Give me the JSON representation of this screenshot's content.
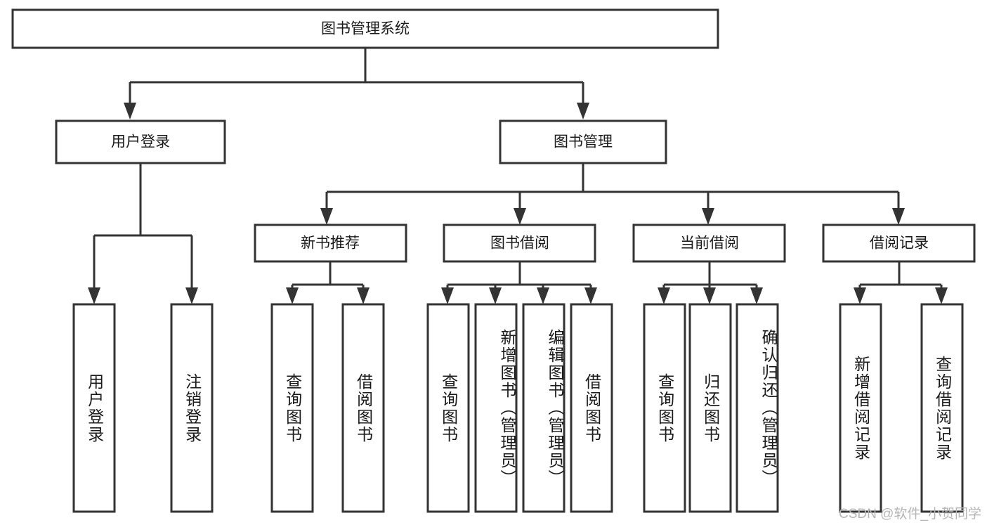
{
  "diagram": {
    "title_node": {
      "label": "图书管理系统"
    },
    "level2": [
      {
        "id": "user-login",
        "label": "用户登录"
      },
      {
        "id": "book-management",
        "label": "图书管理"
      }
    ],
    "level3": [
      {
        "id": "new-book-recommend",
        "label": "新书推荐"
      },
      {
        "id": "book-borrow",
        "label": "图书借阅"
      },
      {
        "id": "current-borrow",
        "label": "当前借阅"
      },
      {
        "id": "borrow-record",
        "label": "借阅记录"
      }
    ],
    "leaves": {
      "user-login": [
        {
          "id": "leaf-user-login",
          "label": "用户登录"
        },
        {
          "id": "leaf-logout-login",
          "label": "注销登录"
        }
      ],
      "new-book-recommend": [
        {
          "id": "leaf-query-book-1",
          "label": "查询图书"
        },
        {
          "id": "leaf-borrow-book-1",
          "label": "借阅图书"
        }
      ],
      "book-borrow": [
        {
          "id": "leaf-query-book-2",
          "label": "查询图书"
        },
        {
          "id": "leaf-add-book-admin",
          "label": "新增图书（管理员）"
        },
        {
          "id": "leaf-edit-book-admin",
          "label": "编辑图书（管理员）"
        },
        {
          "id": "leaf-borrow-book-2",
          "label": "借阅图书"
        }
      ],
      "current-borrow": [
        {
          "id": "leaf-query-book-3",
          "label": "查询图书"
        },
        {
          "id": "leaf-return-book",
          "label": "归还图书"
        },
        {
          "id": "leaf-confirm-return-admin",
          "label": "确认归还（管理员）"
        }
      ],
      "borrow-record": [
        {
          "id": "leaf-add-borrow-record",
          "label": "新增借阅记录"
        },
        {
          "id": "leaf-query-borrow-record",
          "label": "查询借阅记录"
        }
      ]
    },
    "watermark": "CSDN @软件_小贺同学",
    "colors": {
      "stroke": "#333333",
      "box_fill": "#ffffff",
      "text": "#1a1a1a",
      "watermark": "#b5b5b5",
      "background": "#ffffff"
    }
  }
}
